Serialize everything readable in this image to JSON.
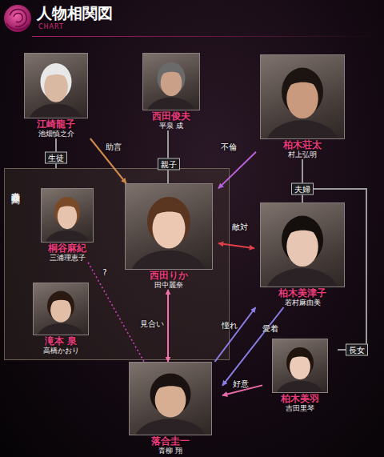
{
  "diagram": {
    "title": "人物相関図",
    "nodes": [
      {
        "text": [
          "江崎龍子",
          "池畑慎之介"
        ]
      },
      {
        "text": [
          "西田俊夫",
          "平泉 成"
        ]
      },
      {
        "text": [
          "柏木荘太",
          "村上弘明"
        ]
      },
      {
        "text": [
          "書道教室仲間"
        ]
      },
      {
        "text": [
          "桐谷麻紀",
          "三浦理恵子"
        ],
        "in": 3
      },
      {
        "text": [
          "西田りか",
          "田中麗奈"
        ],
        "in": 3
      },
      {
        "text": [
          "滝本 泉",
          "高橋かおり"
        ],
        "in": 3
      },
      {
        "text": [
          "柏木美津子",
          "若村麻由美"
        ]
      },
      {
        "text": [
          "落合圭一",
          "青柳 翔"
        ]
      },
      {
        "text": [
          "柏木美羽",
          "吉田里琴"
        ]
      }
    ],
    "edges": [
      {
        "from": 0,
        "to": 5,
        "label": "助言",
        "arrow": "to"
      },
      {
        "from": 0,
        "to": 3,
        "label": "生徒",
        "arrow": "none"
      },
      {
        "from": 1,
        "to": 5,
        "label": "親子",
        "arrow": "none"
      },
      {
        "from": 2,
        "to": 5,
        "label": "不倫",
        "arrow": "to"
      },
      {
        "from": 2,
        "to": 7,
        "label": "夫婦",
        "arrow": "none"
      },
      {
        "from": 2,
        "to": 9,
        "label": "長女",
        "arrow": "none"
      },
      {
        "from": 5,
        "to": 7,
        "label": "敵対",
        "arrow": "both"
      },
      {
        "from": 5,
        "to": 8,
        "label": "見合い",
        "arrow": "both"
      },
      {
        "from": 4,
        "to": 8,
        "label": "?",
        "arrow": "none"
      },
      {
        "from": 8,
        "to": 7,
        "label": "憧れ",
        "arrow": "to"
      },
      {
        "from": 7,
        "to": 8,
        "label": "愛着",
        "arrow": "to"
      },
      {
        "from": 9,
        "to": 8,
        "label": "好意",
        "arrow": "to"
      }
    ],
    "labels": [
      "CHART"
    ]
  }
}
